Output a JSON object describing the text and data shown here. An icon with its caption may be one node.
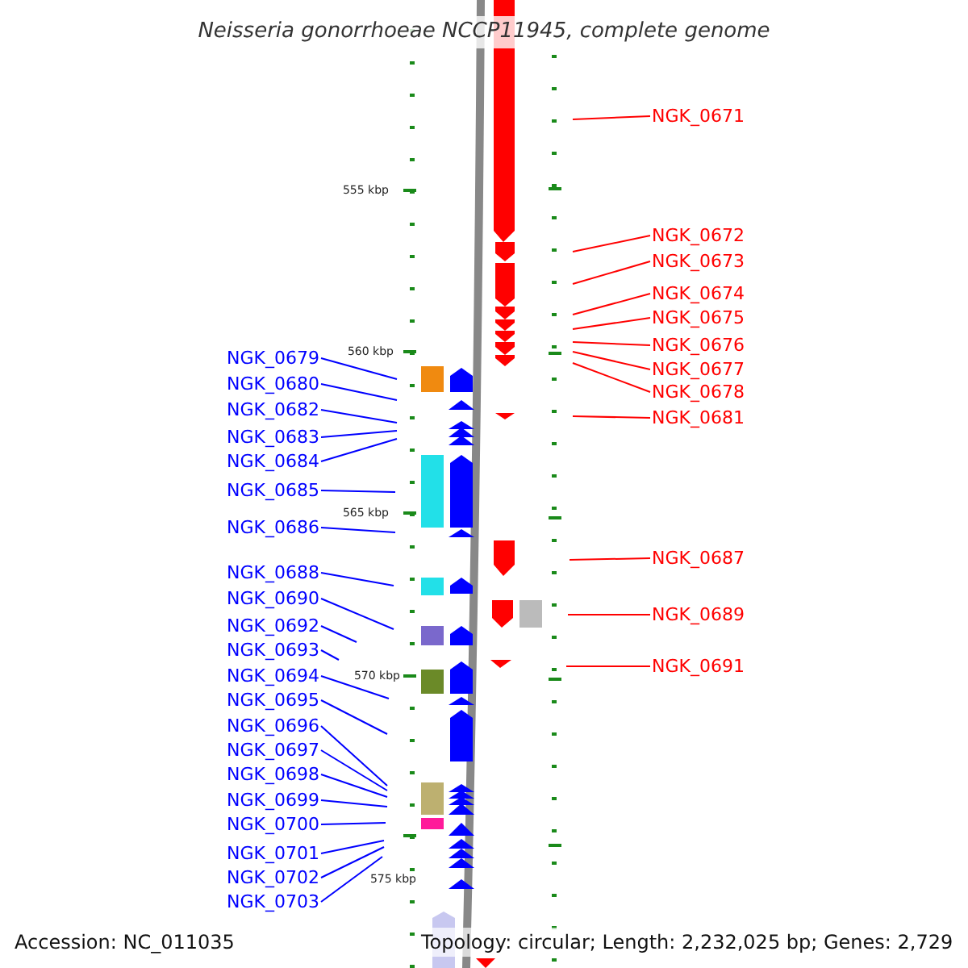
{
  "diagram": {
    "title": "Neisseria gonorrhoeae NCCP11945, complete genome",
    "nodes": [
      {
        "text": [
          "NGK_0679"
        ]
      },
      {
        "text": [
          "NGK_0680"
        ]
      },
      {
        "text": [
          "NGK_0682"
        ]
      },
      {
        "text": [
          "NGK_0683"
        ]
      },
      {
        "text": [
          "NGK_0684"
        ]
      },
      {
        "text": [
          "NGK_0685"
        ]
      },
      {
        "text": [
          "NGK_0686"
        ]
      },
      {
        "text": [
          "NGK_0688"
        ]
      },
      {
        "text": [
          "NGK_0690"
        ]
      },
      {
        "text": [
          "NGK_0692"
        ]
      },
      {
        "text": [
          "NGK_0693"
        ]
      },
      {
        "text": [
          "NGK_0694"
        ]
      },
      {
        "text": [
          "NGK_0695"
        ]
      },
      {
        "text": [
          "NGK_0696"
        ]
      },
      {
        "text": [
          "NGK_0697"
        ]
      },
      {
        "text": [
          "NGK_0698"
        ]
      },
      {
        "text": [
          "NGK_0699"
        ]
      },
      {
        "text": [
          "NGK_0700"
        ]
      },
      {
        "text": [
          "NGK_0701"
        ]
      },
      {
        "text": [
          "NGK_0702"
        ]
      },
      {
        "text": [
          "NGK_0703"
        ]
      },
      {
        "text": [
          "NGK_0671"
        ]
      },
      {
        "text": [
          "NGK_0672"
        ]
      },
      {
        "text": [
          "NGK_0673"
        ]
      },
      {
        "text": [
          "NGK_0674"
        ]
      },
      {
        "text": [
          "NGK_0675"
        ]
      },
      {
        "text": [
          "NGK_0676"
        ]
      },
      {
        "text": [
          "NGK_0677"
        ]
      },
      {
        "text": [
          "NGK_0678"
        ]
      },
      {
        "text": [
          "NGK_0681"
        ]
      },
      {
        "text": [
          "NGK_0687"
        ]
      },
      {
        "text": [
          "NGK_0689"
        ]
      },
      {
        "text": [
          "NGK_0691"
        ]
      }
    ],
    "edges": [
      {
        "from": 0,
        "to": null,
        "arrow": "none"
      },
      {
        "from": 1,
        "to": null,
        "arrow": "none"
      },
      {
        "from": 2,
        "to": null,
        "arrow": "none"
      },
      {
        "from": 3,
        "to": null,
        "arrow": "none"
      },
      {
        "from": 4,
        "to": null,
        "arrow": "none"
      },
      {
        "from": 5,
        "to": null,
        "arrow": "none"
      },
      {
        "from": 6,
        "to": null,
        "arrow": "none"
      },
      {
        "from": 7,
        "to": null,
        "arrow": "none"
      },
      {
        "from": 8,
        "to": null,
        "arrow": "none"
      },
      {
        "from": 9,
        "to": null,
        "arrow": "none"
      },
      {
        "from": 10,
        "to": null,
        "arrow": "none"
      },
      {
        "from": 11,
        "to": null,
        "arrow": "none"
      },
      {
        "from": 12,
        "to": null,
        "arrow": "none"
      },
      {
        "from": 13,
        "to": null,
        "arrow": "none"
      },
      {
        "from": 14,
        "to": null,
        "arrow": "none"
      },
      {
        "from": 15,
        "to": null,
        "arrow": "none"
      },
      {
        "from": 16,
        "to": null,
        "arrow": "none"
      },
      {
        "from": 17,
        "to": null,
        "arrow": "none"
      },
      {
        "from": 18,
        "to": null,
        "arrow": "none"
      },
      {
        "from": 19,
        "to": null,
        "arrow": "none"
      },
      {
        "from": 20,
        "to": null,
        "arrow": "none"
      },
      {
        "from": 21,
        "to": null,
        "arrow": "none",
        "color": "#ff0000"
      },
      {
        "from": 22,
        "to": null,
        "arrow": "none",
        "color": "#ff0000"
      },
      {
        "from": 23,
        "to": null,
        "arrow": "none",
        "color": "#ff0000"
      },
      {
        "from": 24,
        "to": null,
        "arrow": "none",
        "color": "#ff0000"
      },
      {
        "from": 25,
        "to": null,
        "arrow": "none",
        "color": "#ff0000"
      },
      {
        "from": 26,
        "to": null,
        "arrow": "none",
        "color": "#ff0000"
      },
      {
        "from": 27,
        "to": null,
        "arrow": "none",
        "color": "#ff0000"
      },
      {
        "from": 28,
        "to": null,
        "arrow": "none",
        "color": "#ff0000"
      },
      {
        "from": 29,
        "to": null,
        "arrow": "none",
        "color": "#ff0000"
      },
      {
        "from": 30,
        "to": null,
        "arrow": "none",
        "color": "#ff0000"
      },
      {
        "from": 31,
        "to": null,
        "arrow": "none",
        "color": "#ff0000"
      },
      {
        "from": 32,
        "to": null,
        "arrow": "none",
        "color": "#ff0000"
      }
    ],
    "labels": [
      "555 kbp",
      "560 kbp",
      "565 kbp",
      "570 kbp",
      "575 kbp",
      "Accession: NC_011035",
      "Topology: circular; Length: 2,232,025 bp; Genes: 2,729"
    ]
  }
}
